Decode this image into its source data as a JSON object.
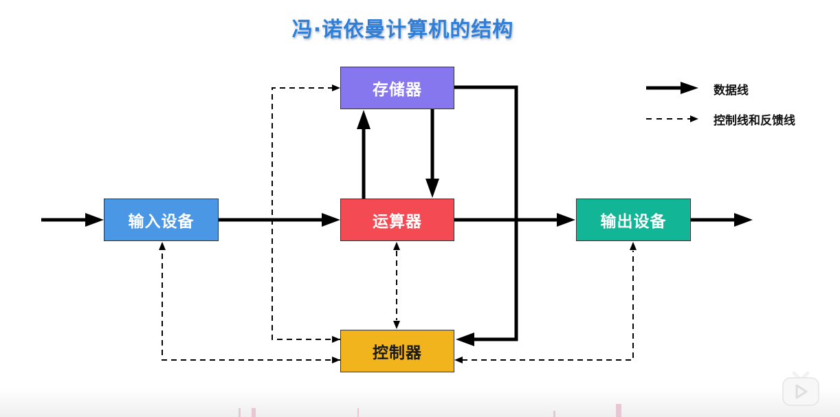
{
  "title": "冯·诺依曼计算机的结构",
  "boxes": {
    "memory": {
      "label": "存储器",
      "color": "#8677ee"
    },
    "alu": {
      "label": "运算器",
      "color": "#f44a54"
    },
    "input": {
      "label": "输入设备",
      "color": "#4a97e6"
    },
    "output": {
      "label": "输出设备",
      "color": "#13b597"
    },
    "control": {
      "label": "控制器",
      "color": "#f2b41c"
    }
  },
  "legend": {
    "data_line": {
      "label": "数据线",
      "style": "solid"
    },
    "control_line": {
      "label": "控制线和反馈线",
      "style": "dashed"
    }
  },
  "edges": [
    {
      "from": "external",
      "to": "input",
      "type": "data"
    },
    {
      "from": "input",
      "to": "alu",
      "type": "data"
    },
    {
      "from": "alu",
      "to": "memory",
      "type": "data"
    },
    {
      "from": "memory",
      "to": "alu",
      "type": "data"
    },
    {
      "from": "alu",
      "to": "output",
      "type": "data"
    },
    {
      "from": "output",
      "to": "external",
      "type": "data"
    },
    {
      "from": "memory",
      "to": "control",
      "type": "data"
    },
    {
      "from": "control",
      "to": "memory",
      "type": "control"
    },
    {
      "from": "control",
      "to": "alu",
      "type": "control-bidirectional"
    },
    {
      "from": "control",
      "to": "input",
      "type": "control-bidirectional"
    },
    {
      "from": "control",
      "to": "output",
      "type": "control-bidirectional"
    }
  ],
  "icons": {
    "player_logo": "video-player-logo-icon"
  }
}
